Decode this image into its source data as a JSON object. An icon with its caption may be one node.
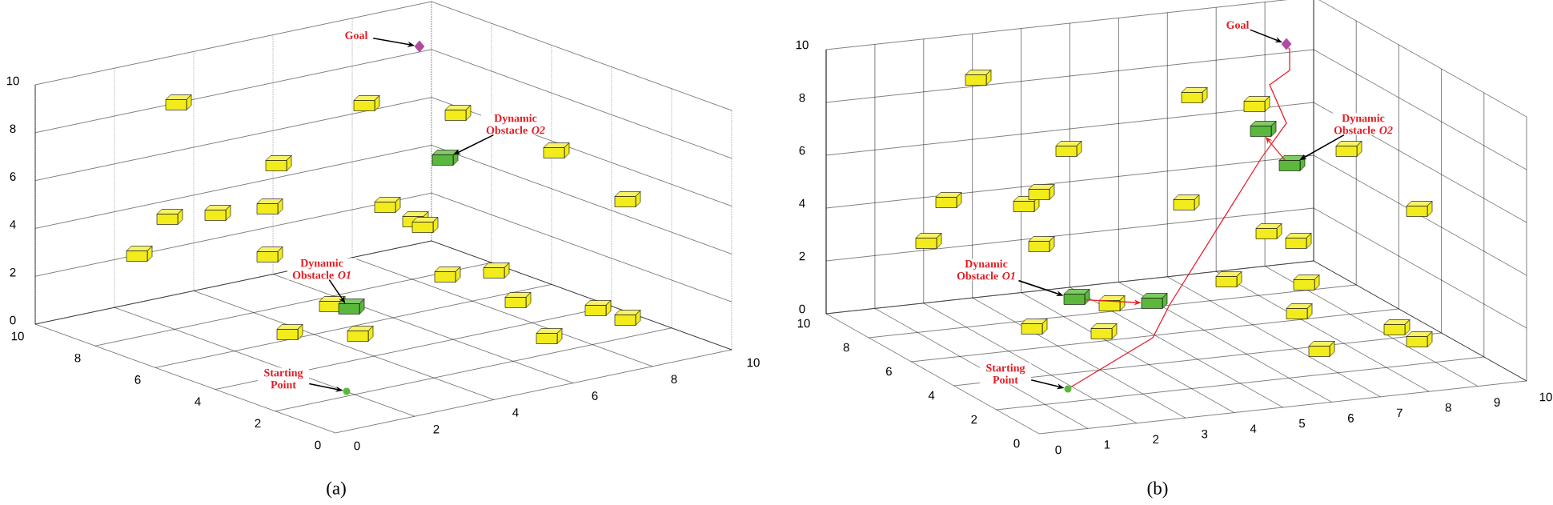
{
  "diagram": {
    "nodes": [
      {
        "text": [
          "Goal"
        ]
      },
      {
        "text": [],
        "shape": "diamond"
      },
      {
        "text": [
          "Dynamic Obstacle *O2*"
        ]
      },
      {
        "text": [],
        "shape": "box"
      },
      {
        "text": [
          "Dynamic Obstacle *O1*"
        ]
      },
      {
        "text": [],
        "shape": "box"
      },
      {
        "text": [
          "Starting Point"
        ]
      },
      {
        "text": [],
        "shape": "circle"
      },
      {
        "text": [
          "Goal"
        ]
      },
      {
        "text": [],
        "shape": "diamond"
      },
      {
        "text": [
          "Dynamic Obstacle *O2*"
        ]
      },
      {
        "text": [],
        "shape": "box"
      },
      {
        "text": [],
        "shape": "box"
      },
      {
        "text": [
          "Dynamic Obstacle *O1*"
        ]
      },
      {
        "text": [],
        "shape": "box"
      },
      {
        "text": [],
        "shape": "box"
      },
      {
        "text": [
          "Starting Point"
        ]
      },
      {
        "text": [],
        "shape": "circle"
      }
    ],
    "edges": [
      {
        "from": 0,
        "to": 1,
        "arrow": "to"
      },
      {
        "from": 2,
        "to": 3,
        "arrow": "to"
      },
      {
        "from": 4,
        "to": 5,
        "arrow": "to"
      },
      {
        "from": 6,
        "to": 7,
        "arrow": "to"
      },
      {
        "from": 8,
        "to": 9,
        "arrow": "to"
      },
      {
        "from": 10,
        "to": 12,
        "arrow": "to"
      },
      {
        "from": 12,
        "to": 11,
        "arrow": "to",
        "color": "#e8202a"
      },
      {
        "from": 13,
        "to": 14,
        "arrow": "to"
      },
      {
        "from": 14,
        "to": 15,
        "arrow": "to",
        "color": "#e8202a"
      },
      {
        "from": 16,
        "to": 17,
        "arrow": "to"
      },
      {
        "from": 17,
        "to": 9,
        "arrow": "none",
        "color": "#e8202a"
      }
    ],
    "labels": [
      "10",
      "8",
      "6",
      "4",
      "2",
      "0",
      "10",
      "8",
      "6",
      "4",
      "2",
      "0",
      "0",
      "2",
      "4",
      "6",
      "8",
      "10",
      "(a)",
      "10",
      "8",
      "6",
      "4",
      "2",
      "0",
      "10",
      "8",
      "6",
      "4",
      "2",
      "0",
      "0",
      "1",
      "2",
      "3",
      "4",
      "5",
      "6",
      "7",
      "8",
      "9",
      "10",
      "(b)"
    ]
  }
}
